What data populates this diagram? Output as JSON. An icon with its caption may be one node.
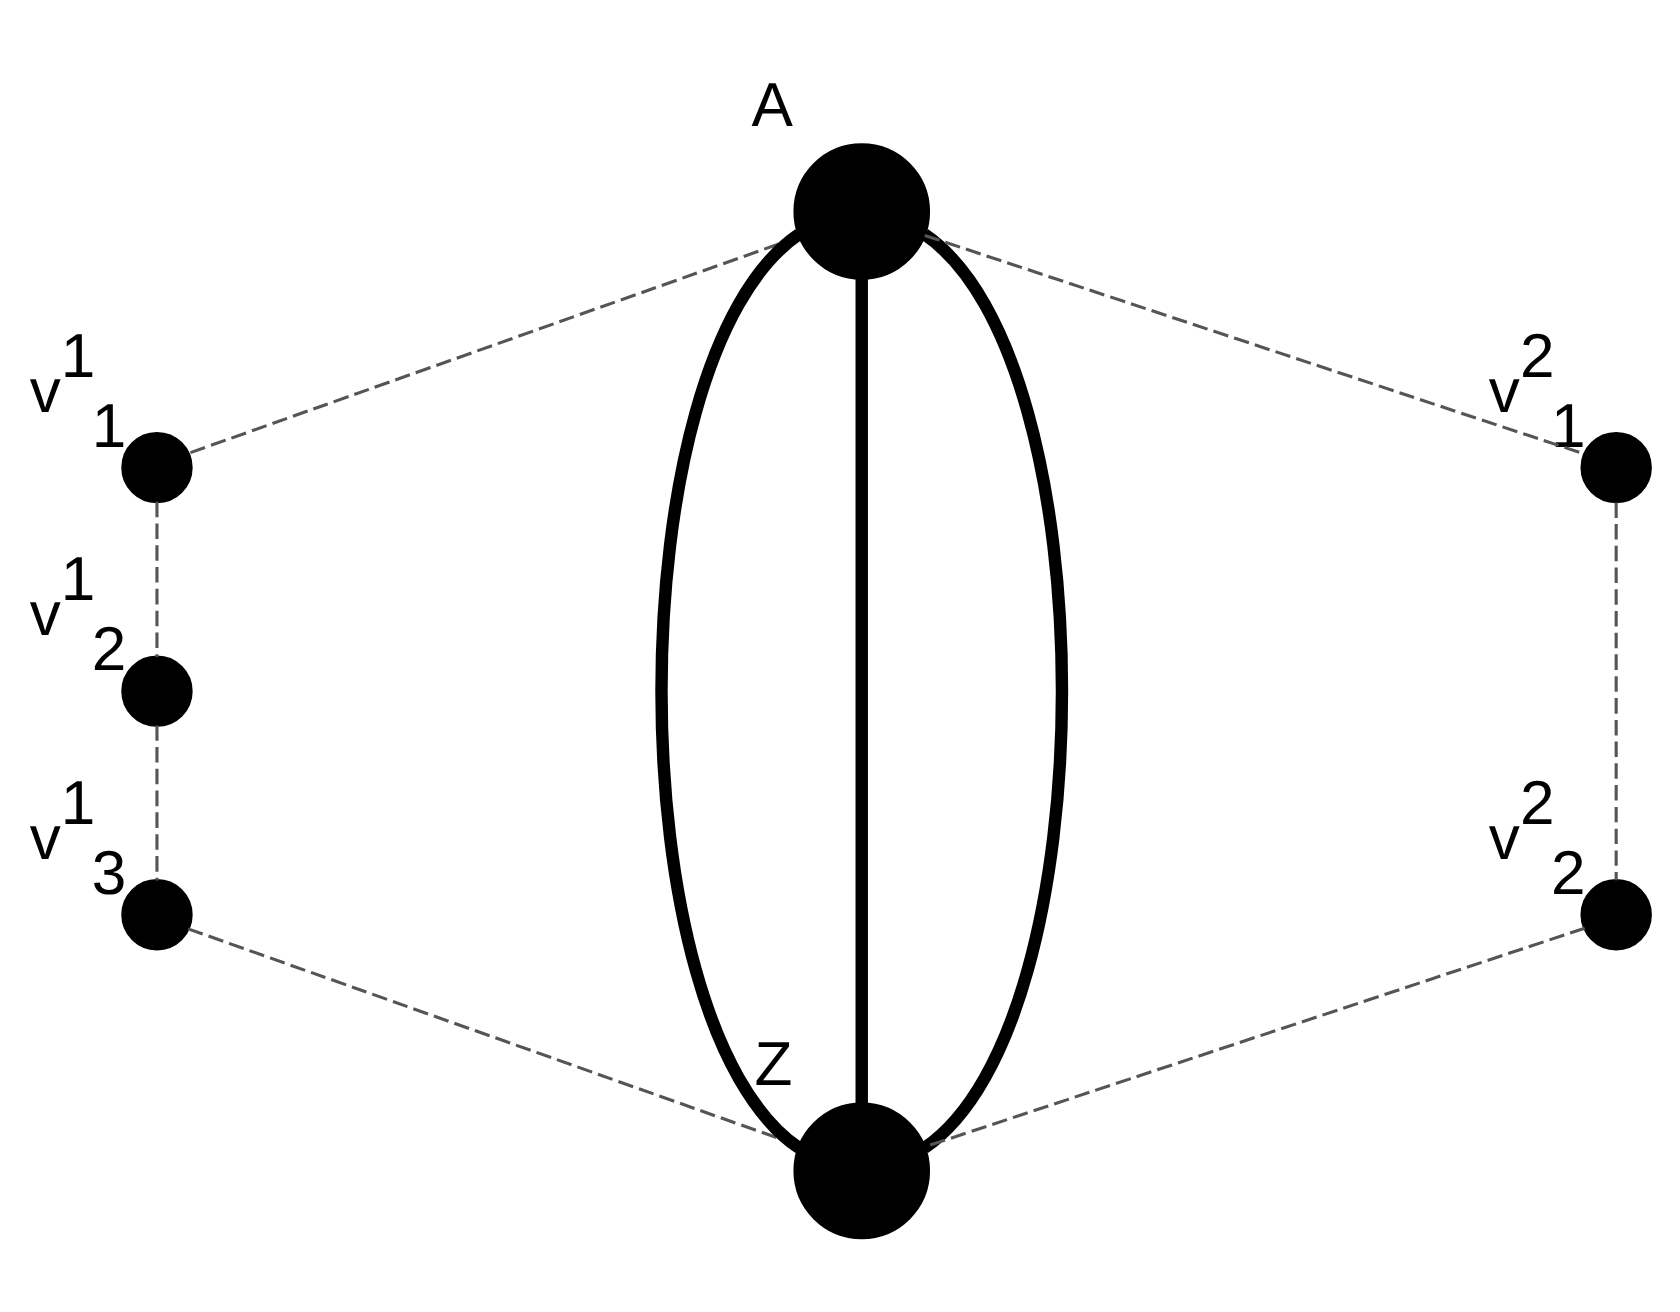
{
  "diagram": {
    "nodes": [
      {
        "text": [],
        "shape": "circle",
        "beside": [
          "A"
        ]
      },
      {
        "text": [],
        "shape": "circle",
        "beside": [
          "v$^{1}$$_{1}$"
        ]
      },
      {
        "text": [],
        "shape": "circle",
        "beside": [
          "v$^{2}$$_{1}$"
        ]
      },
      {
        "text": [],
        "shape": "circle",
        "beside": [
          "v$^{1}$$_{2}$"
        ]
      },
      {
        "text": [],
        "shape": "circle",
        "beside": [
          "v$^{2}$$_{2}$"
        ]
      },
      {
        "text": [],
        "shape": "circle",
        "beside": [
          "v$^{1}$$_{3}$"
        ]
      },
      {
        "text": [],
        "shape": "circle",
        "beside": [
          "Z"
        ]
      }
    ],
    "edges": [
      {
        "from": 0,
        "to": 1,
        "arrow": "none",
        "style": "dashed"
      },
      {
        "from": 1,
        "to": 3,
        "arrow": "none",
        "style": "dashed"
      },
      {
        "from": 3,
        "to": 5,
        "arrow": "none",
        "style": "dashed"
      },
      {
        "from": 5,
        "to": 6,
        "arrow": "none",
        "style": "dashed"
      },
      {
        "from": 0,
        "to": 2,
        "arrow": "none",
        "style": "dashed"
      },
      {
        "from": 2,
        "to": 4,
        "arrow": "none",
        "style": "dashed"
      },
      {
        "from": 4,
        "to": 6,
        "arrow": "none",
        "style": "dashed"
      },
      {
        "from": 0,
        "to": 6,
        "arrow": "none",
        "style": "thick"
      },
      {
        "from": 0,
        "to": 6,
        "arrow": "none",
        "style": "thick"
      },
      {
        "from": 0,
        "to": 6,
        "arrow": "none",
        "style": "thick"
      }
    ]
  }
}
